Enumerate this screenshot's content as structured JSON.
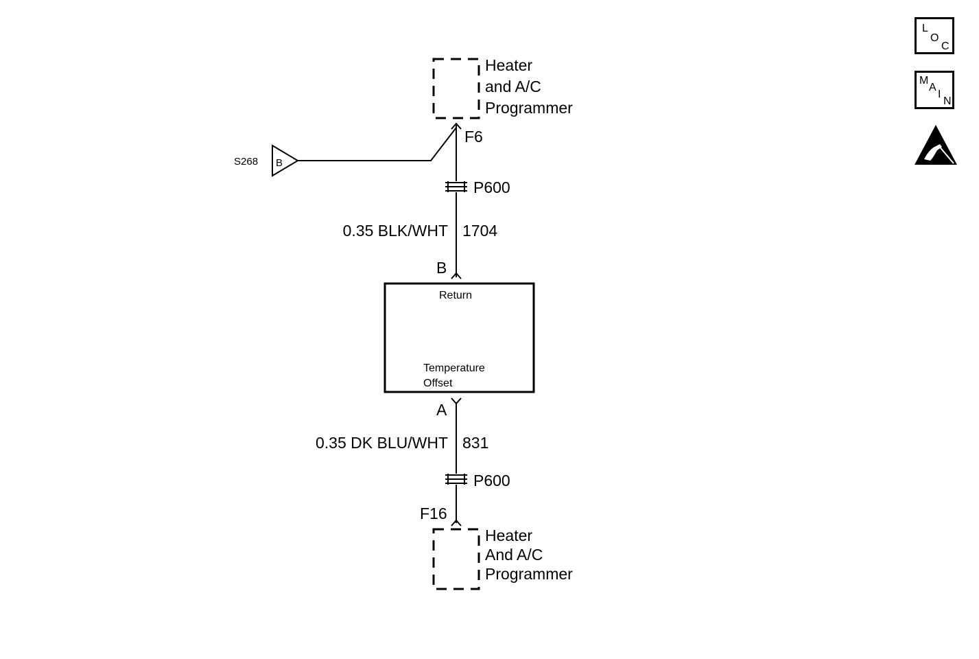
{
  "top_component": {
    "line1": "Heater",
    "line2": "and A/C",
    "line3": "Programmer"
  },
  "bottom_component": {
    "line1": "Heater",
    "line2": "And A/C",
    "line3": "Programmer"
  },
  "top_pin": "F6",
  "bottom_pin": "F16",
  "splice": {
    "id": "S268",
    "tag": "B"
  },
  "connector_upper": "P600",
  "connector_lower": "P600",
  "wire_upper": {
    "spec": "0.35 BLK/WHT",
    "circuit": "1704"
  },
  "wire_lower": {
    "spec": "0.35 DK BLU/WHT",
    "circuit": "831"
  },
  "sensor": {
    "pin_top": "B",
    "pin_bottom": "A",
    "label_top": "Return",
    "label_bottom_1": "Temperature",
    "label_bottom_2": "Offset"
  },
  "nav": {
    "loc_letters": [
      "L",
      "O",
      "C"
    ],
    "main_letters": [
      "M",
      "A",
      "I",
      "N"
    ]
  },
  "icons": {
    "esd": "esd-warning-icon"
  }
}
